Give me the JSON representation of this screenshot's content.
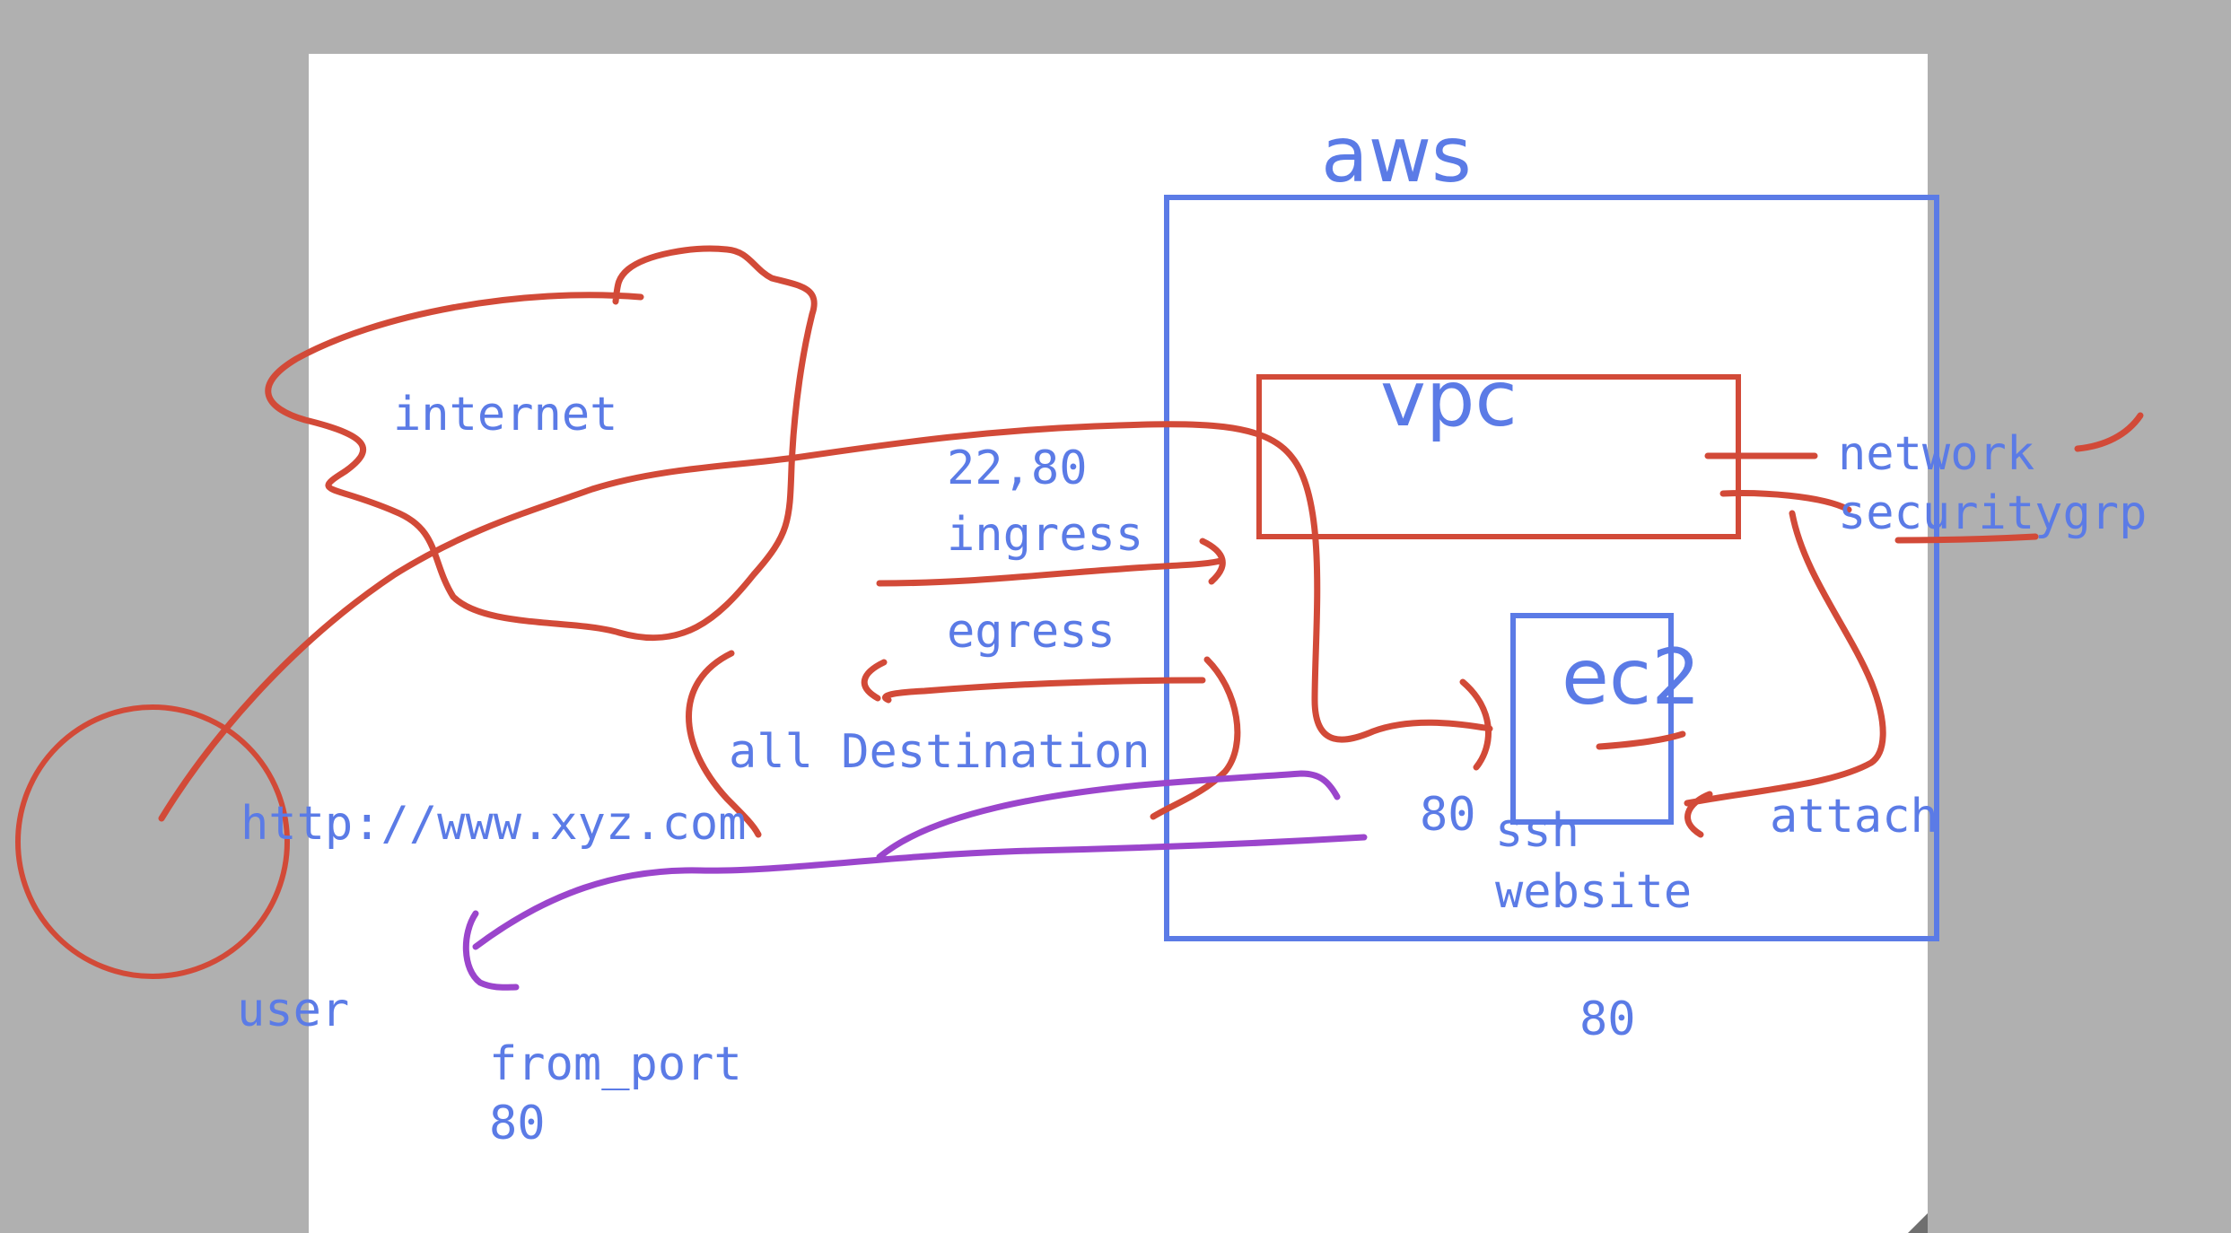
{
  "labels": {
    "aws": "aws",
    "vpc": "vpc",
    "ec2": "ec2",
    "internet": "internet",
    "ports": "22,80",
    "ingress": "ingress",
    "egress": "egress",
    "all_destination": "all Destination",
    "url": "http://www.xyz.com",
    "user": "user",
    "from_port": "from_port",
    "from_port_value": "80",
    "port_80_left": "80",
    "ssh": "ssh",
    "website": "website",
    "attach": "attach",
    "network": "network",
    "securitygrp": "securitygrp",
    "port_80_bottom": "80"
  },
  "colors": {
    "background": "#b0b0b0",
    "board": "#ffffff",
    "text_blue": "#5b7be6",
    "ink_red": "#d24a38",
    "ink_purple": "#9b45cc"
  }
}
